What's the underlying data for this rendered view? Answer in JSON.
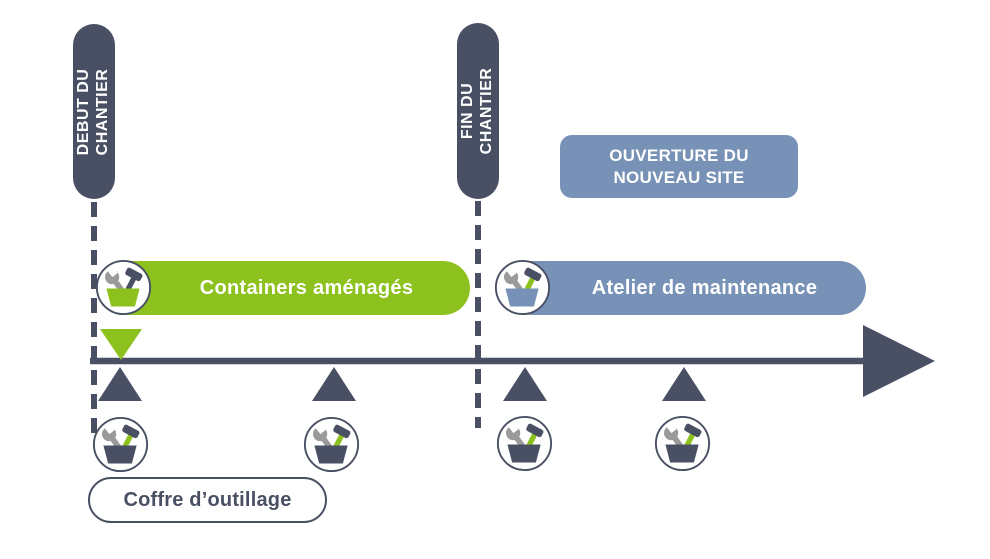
{
  "colors": {
    "dark_slate": "#4A5064",
    "green": "#8DC21E",
    "steel_blue": "#7792B6",
    "wrench_gray": "#9A9A9A",
    "white": "#FFFFFF"
  },
  "flags": {
    "start": {
      "line1": "DEBUT DU",
      "line2": "CHANTIER"
    },
    "end": {
      "line1": "FIN DU",
      "line2": "CHANTIER"
    }
  },
  "opening_box": {
    "line1": "OUVERTURE DU",
    "line2": "NOUVEAU SITE"
  },
  "phases": {
    "containers": {
      "label": "Containers aménagés"
    },
    "maintenance": {
      "label": "Atelier de maintenance"
    }
  },
  "toolbox_caption": {
    "label": "Coffre d’outillage"
  },
  "icons": {
    "toolbox": "wrench-and-hammer-in-toolbox"
  }
}
